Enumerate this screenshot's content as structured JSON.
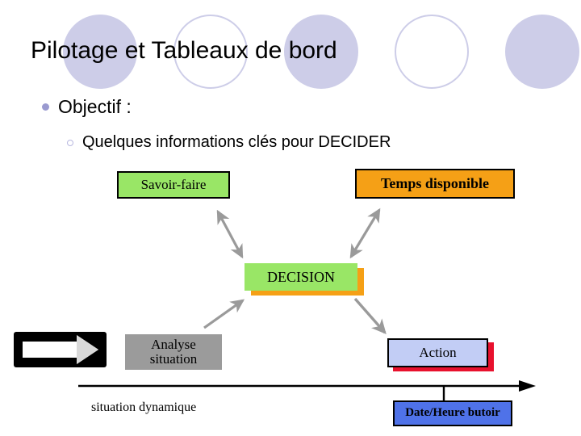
{
  "slide": {
    "title": "Pilotage et Tableaux de bord",
    "background_color": "#ffffff"
  },
  "decoration": {
    "circle_color": "#cdcde8",
    "circles": [
      {
        "style": "filled"
      },
      {
        "style": "hollow"
      },
      {
        "style": "filled"
      },
      {
        "style": "hollow"
      },
      {
        "style": "filled"
      }
    ]
  },
  "bullets": {
    "level1": {
      "text": "Objectif :",
      "marker_color": "#9a9ad0"
    },
    "level2": {
      "text": "Quelques informations clés pour DECIDER",
      "marker_color": "#b8b8e0"
    }
  },
  "diagram": {
    "nodes": [
      {
        "id": "savoir-faire",
        "label": "Savoir-faire",
        "fill": "#99e666",
        "border": "#000000",
        "shadow": null
      },
      {
        "id": "temps-disponible",
        "label": "Temps disponible",
        "fill": "#f5a016",
        "border": "#000000",
        "shadow": null
      },
      {
        "id": "decision",
        "label": "DECISION",
        "fill": "#99e666",
        "border": null,
        "shadow": "#f5a016"
      },
      {
        "id": "analyse-situation",
        "label_line1": "Analyse",
        "label_line2": "situation",
        "fill": "#9b9b9b",
        "border": null,
        "shadow": null
      },
      {
        "id": "action",
        "label": "Action",
        "fill": "#c2cdf5",
        "border": "#000000",
        "shadow": "#e8112d"
      },
      {
        "id": "date-heure-butoir",
        "label": "Date/Heure butoir",
        "fill": "#4f72e8",
        "border": "#000000",
        "shadow": null
      }
    ],
    "connectors": [
      {
        "id": "savoir-to-decision",
        "heads": "double",
        "color": "#9a9a9a"
      },
      {
        "id": "decision-to-temps",
        "heads": "double",
        "color": "#9a9a9a"
      },
      {
        "id": "analyse-to-decision",
        "heads": "single",
        "color": "#9a9a9a"
      },
      {
        "id": "decision-to-action",
        "heads": "single",
        "color": "#9a9a9a"
      }
    ]
  },
  "timeline": {
    "label": "situation dynamique",
    "axis_color": "#000000",
    "tick_label": "Date/Heure butoir"
  },
  "left_marker": {
    "name": "arrow-block",
    "background": "#000000",
    "arrow_fill": "#ffffff",
    "arrow_head_fill": "#d0d0d0"
  }
}
